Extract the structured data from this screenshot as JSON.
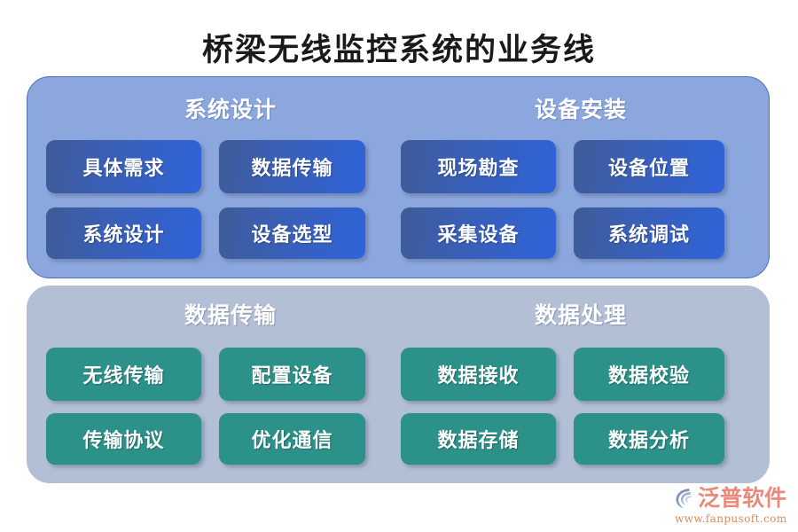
{
  "title": "桥梁无线监控系统的业务线",
  "colors": {
    "panel_top_bg": "#8ba7de",
    "panel_bottom_bg": "#b2bfd5",
    "item_blue_from": "#3e5c98",
    "item_blue_to": "#2f63d8",
    "item_teal": "#2b9189",
    "title_text": "#1a1a1a",
    "group_title_text": "#ffffff",
    "logo_name": "#e98a7a",
    "logo_url": "#e08a5a",
    "canvas_bg": "#ffffff"
  },
  "panels": [
    {
      "id": "panel-top",
      "groups": [
        {
          "title": "系统设计",
          "items": [
            "具体需求",
            "数据传输",
            "系统设计",
            "设备选型"
          ]
        },
        {
          "title": "设备安装",
          "items": [
            "现场勘查",
            "设备位置",
            "采集设备",
            "系统调试"
          ]
        }
      ]
    },
    {
      "id": "panel-bottom",
      "groups": [
        {
          "title": "数据传输",
          "items": [
            "无线传输",
            "配置设备",
            "传输协议",
            "优化通信"
          ]
        },
        {
          "title": "数据处理",
          "items": [
            "数据接收",
            "数据校验",
            "数据存储",
            "数据分析"
          ]
        }
      ]
    }
  ],
  "logo": {
    "mark": "fanpu-swoosh-icon",
    "name": "泛普软件",
    "url": "www.fanpusoft.com"
  }
}
